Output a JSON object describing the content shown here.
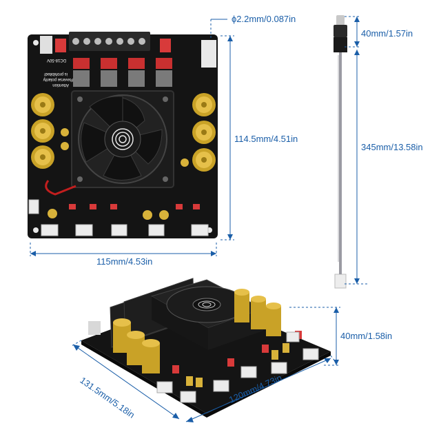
{
  "dimensions": {
    "hole_diameter": "ϕ2.2mm/0.087in",
    "board_height": "114.5mm/4.51in",
    "board_width": "115mm/4.53in",
    "knob_length": "40mm/1.57in",
    "cable_length": "345mm/13.58in",
    "side_height": "40mm/1.58in",
    "side_depth": "131.5mm/5.18in",
    "side_width": "120mm/4.73in"
  },
  "board_text": {
    "power_label": "DC18-50V",
    "warning_line1": "Attention",
    "warning_line2": "Reverse polarity",
    "warning_line3": "is prohibited!"
  },
  "colors": {
    "dimension_line": "#1a5ea8",
    "pcb": "#141414",
    "capacitor": "#c9a227",
    "capacitor_top": "#e6c04a",
    "heatsink": "#1c1c1c",
    "resistor_red": "#d83a3a",
    "connector_white": "#ececec",
    "cable": "#9a9aa2"
  }
}
